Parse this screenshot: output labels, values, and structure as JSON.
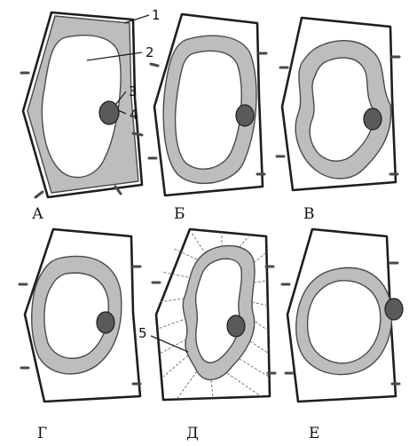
{
  "figure": {
    "callouts": [
      "1",
      "2",
      "3",
      "4",
      "5"
    ],
    "panels": [
      {
        "letter": "А"
      },
      {
        "letter": "Б"
      },
      {
        "letter": "В"
      },
      {
        "letter": "Г"
      },
      {
        "letter": "Д"
      },
      {
        "letter": "Е"
      }
    ]
  },
  "colors": {
    "wall": "#1e1e1e",
    "protoplast": "#bdbdbd",
    "vacuole": "#ffffff",
    "nucleus": "#5a5a5a"
  }
}
